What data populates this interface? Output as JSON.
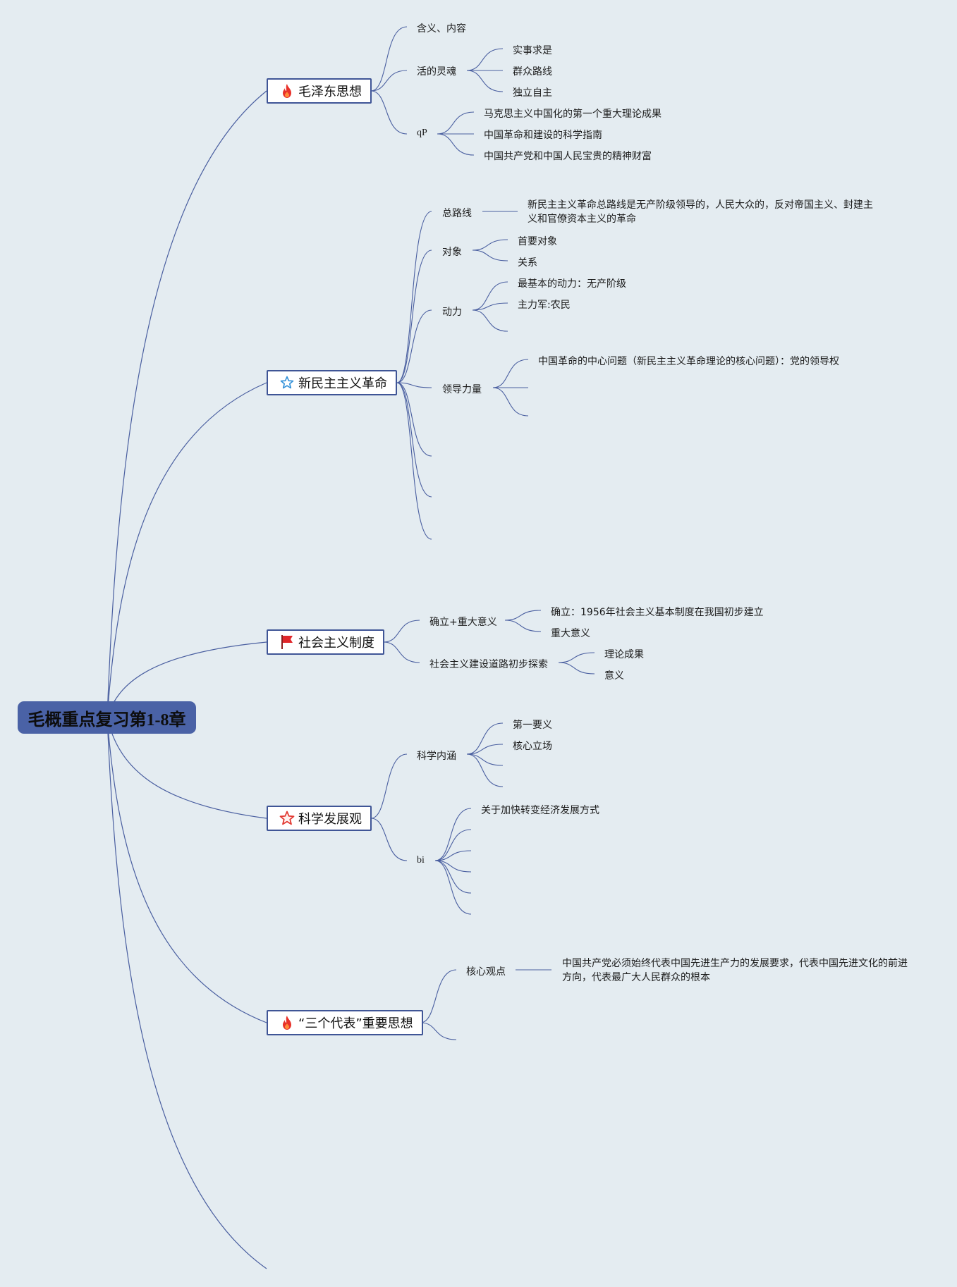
{
  "root": {
    "title": "毛概重点复习第1-8章"
  },
  "topics": [
    {
      "title": "毛泽东思想",
      "icon": "fire-icon",
      "children": [
        {
          "label": "含义、内容"
        },
        {
          "label": "活的灵魂",
          "children": [
            "实事求是",
            "群众路线",
            "独立自主"
          ]
        },
        {
          "label": "qP",
          "children": [
            "马克思主义中国化的第一个重大理论成果",
            "中国革命和建设的科学指南",
            "中国共产党和中国人民宝贵的精神财富"
          ]
        }
      ]
    },
    {
      "title": "新民主主义革命",
      "icon": "star-outline-icon",
      "children": [
        {
          "label": "总路线",
          "children": [
            "新民主主义革命总路线是无产阶级领导的，人民大众的，反对帝国主义、封建主义和官僚资本主义的革命"
          ]
        },
        {
          "label": "对象",
          "children": [
            "首要对象",
            "关系"
          ]
        },
        {
          "label": "动力",
          "children": [
            "最基本的动力：无产阶级",
            "主力军:农民",
            ""
          ]
        },
        {
          "label": "领导力量",
          "children": [
            "中国革命的中心问题（新民主主义革命理论的核心问题）：党的领导权",
            "",
            ""
          ]
        },
        {
          "label": ""
        },
        {
          "label": ""
        },
        {
          "label": ""
        }
      ]
    },
    {
      "title": "社会主义制度",
      "icon": "red-flag-icon",
      "children": [
        {
          "label": "确立+重大意义",
          "children": [
            "确立：1956年社会主义基本制度在我国初步建立",
            "重大意义"
          ]
        },
        {
          "label": "社会主义建设道路初步探索",
          "children": [
            "理论成果",
            "意义"
          ]
        }
      ]
    },
    {
      "title": "科学发展观",
      "icon": "red-star-icon",
      "children": [
        {
          "label": "科学内涵",
          "children": [
            "第一要义",
            "核心立场",
            "",
            ""
          ]
        },
        {
          "label": "bi",
          "children": [
            "关于加快转变经济发展方式",
            "",
            "",
            "",
            "",
            ""
          ]
        }
      ]
    },
    {
      "title": "“三个代表”重要思想",
      "icon": "fire-icon",
      "children": [
        {
          "label": "核心观点",
          "children": [
            "中国共产党必须始终代表中国先进生产力的发展要求，代表中国先进文化的前进方向，代表最广大人民群众的根本"
          ]
        },
        {
          "label": ""
        }
      ]
    }
  ],
  "colors": {
    "line": "#4a5fa0",
    "root_fill": "#4a62a6",
    "topic_border": "#3f5596",
    "background": "#e4ecf1",
    "fire": "#e8312a",
    "star_blue": "#2f8fd8",
    "flag": "#e0262a",
    "star_red": "#e23a33"
  }
}
